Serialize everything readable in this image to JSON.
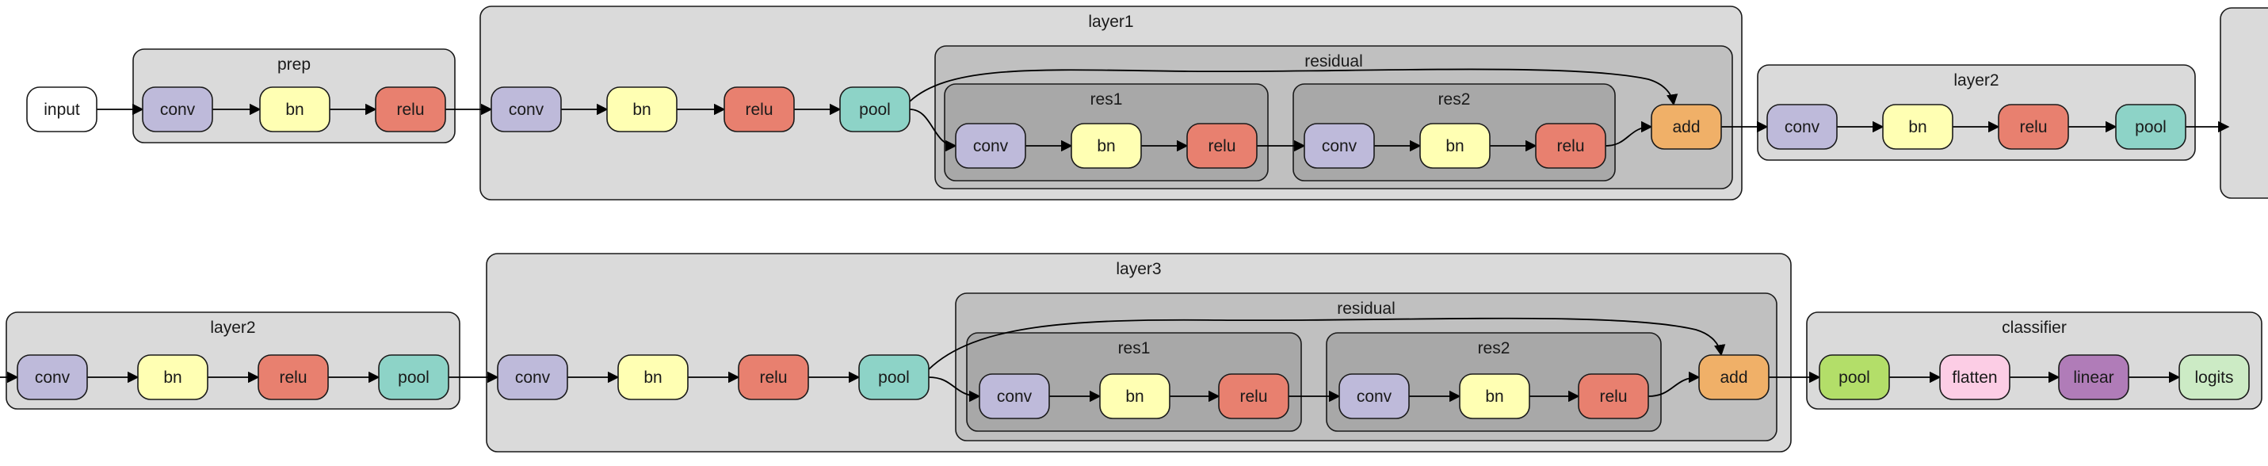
{
  "colors": {
    "input": "#ffffff",
    "conv": "#bebada",
    "bn": "#ffffb3",
    "relu": "#e8806f",
    "pool": "#8dd3c7",
    "add": "#f0b068",
    "classifier_pool": "#b3de69",
    "flatten": "#fccde5",
    "linear": "#b07cb8",
    "logits": "#ccebc5"
  },
  "labels": {
    "input": "input",
    "conv": "conv",
    "bn": "bn",
    "relu": "relu",
    "pool": "pool",
    "add": "add",
    "flatten": "flatten",
    "linear": "linear",
    "logits": "logits"
  },
  "clusters": {
    "prep": "prep",
    "layer1": "layer1",
    "layer2": "layer2",
    "layer3": "layer3",
    "residual": "residual",
    "res1": "res1",
    "res2": "res2",
    "classifier": "classifier"
  }
}
